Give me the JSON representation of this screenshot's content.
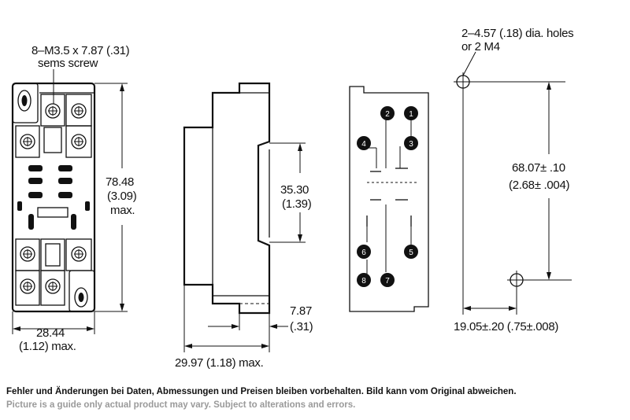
{
  "labels": {
    "screw_line1": "8–M3.5 x 7.87 (.31)",
    "screw_line2": "sems screw",
    "height_1": "78.48",
    "height_2": "(3.09)",
    "height_3": "max.",
    "width_1": "28.44",
    "width_2": "(1.12) max.",
    "rail_1": "35.30",
    "rail_2": "(1.39)",
    "clip_1": "7.87",
    "clip_2": "(.31)",
    "depth": "29.97 (1.18) max.",
    "holes_line1": "2–4.57 (.18) dia. holes",
    "holes_line2": "or 2 M4",
    "spacing_1": "68.07± .10",
    "spacing_2": "(2.68± .004)",
    "offset": "19.05±.20 (.75±.008)"
  },
  "terminals": [
    "1",
    "2",
    "3",
    "4",
    "5",
    "6",
    "7",
    "8"
  ],
  "disclaimer": {
    "de": "Fehler und Änderungen bei Daten, Abmessungen und Preisen bleiben vorbehalten. Bild kann vom Original abweichen.",
    "en": "Picture is a guide only actual product may vary. Subject to alterations and errors."
  }
}
